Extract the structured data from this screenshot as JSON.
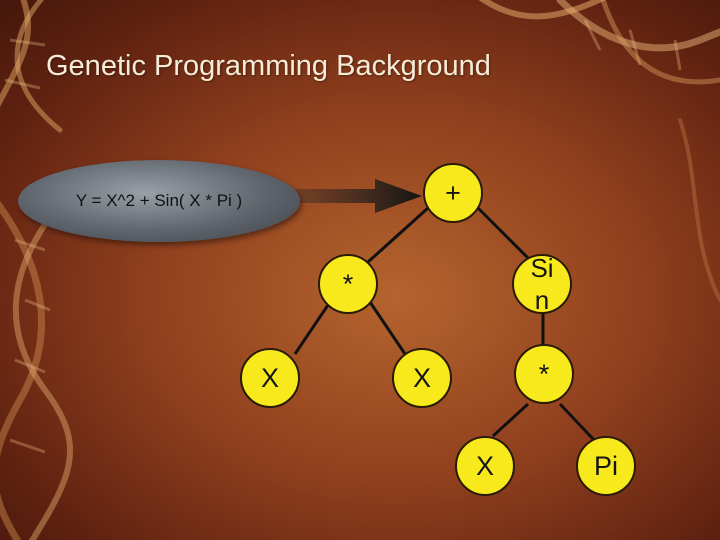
{
  "slide": {
    "title": "Genetic Programming Background"
  },
  "formula": {
    "text": "Y = X^2 + Sin( X * Pi )"
  },
  "tree": {
    "root": "+",
    "multiply_left": "*",
    "sin": "Si n",
    "leaf_x_left": "X",
    "leaf_x_mid": "X",
    "multiply_right": "*",
    "leaf_x_bottom": "X",
    "leaf_pi": "Pi"
  },
  "colors": {
    "node_fill": "#f7e91c",
    "edge": "#111111",
    "background": "#8f3f1d"
  }
}
